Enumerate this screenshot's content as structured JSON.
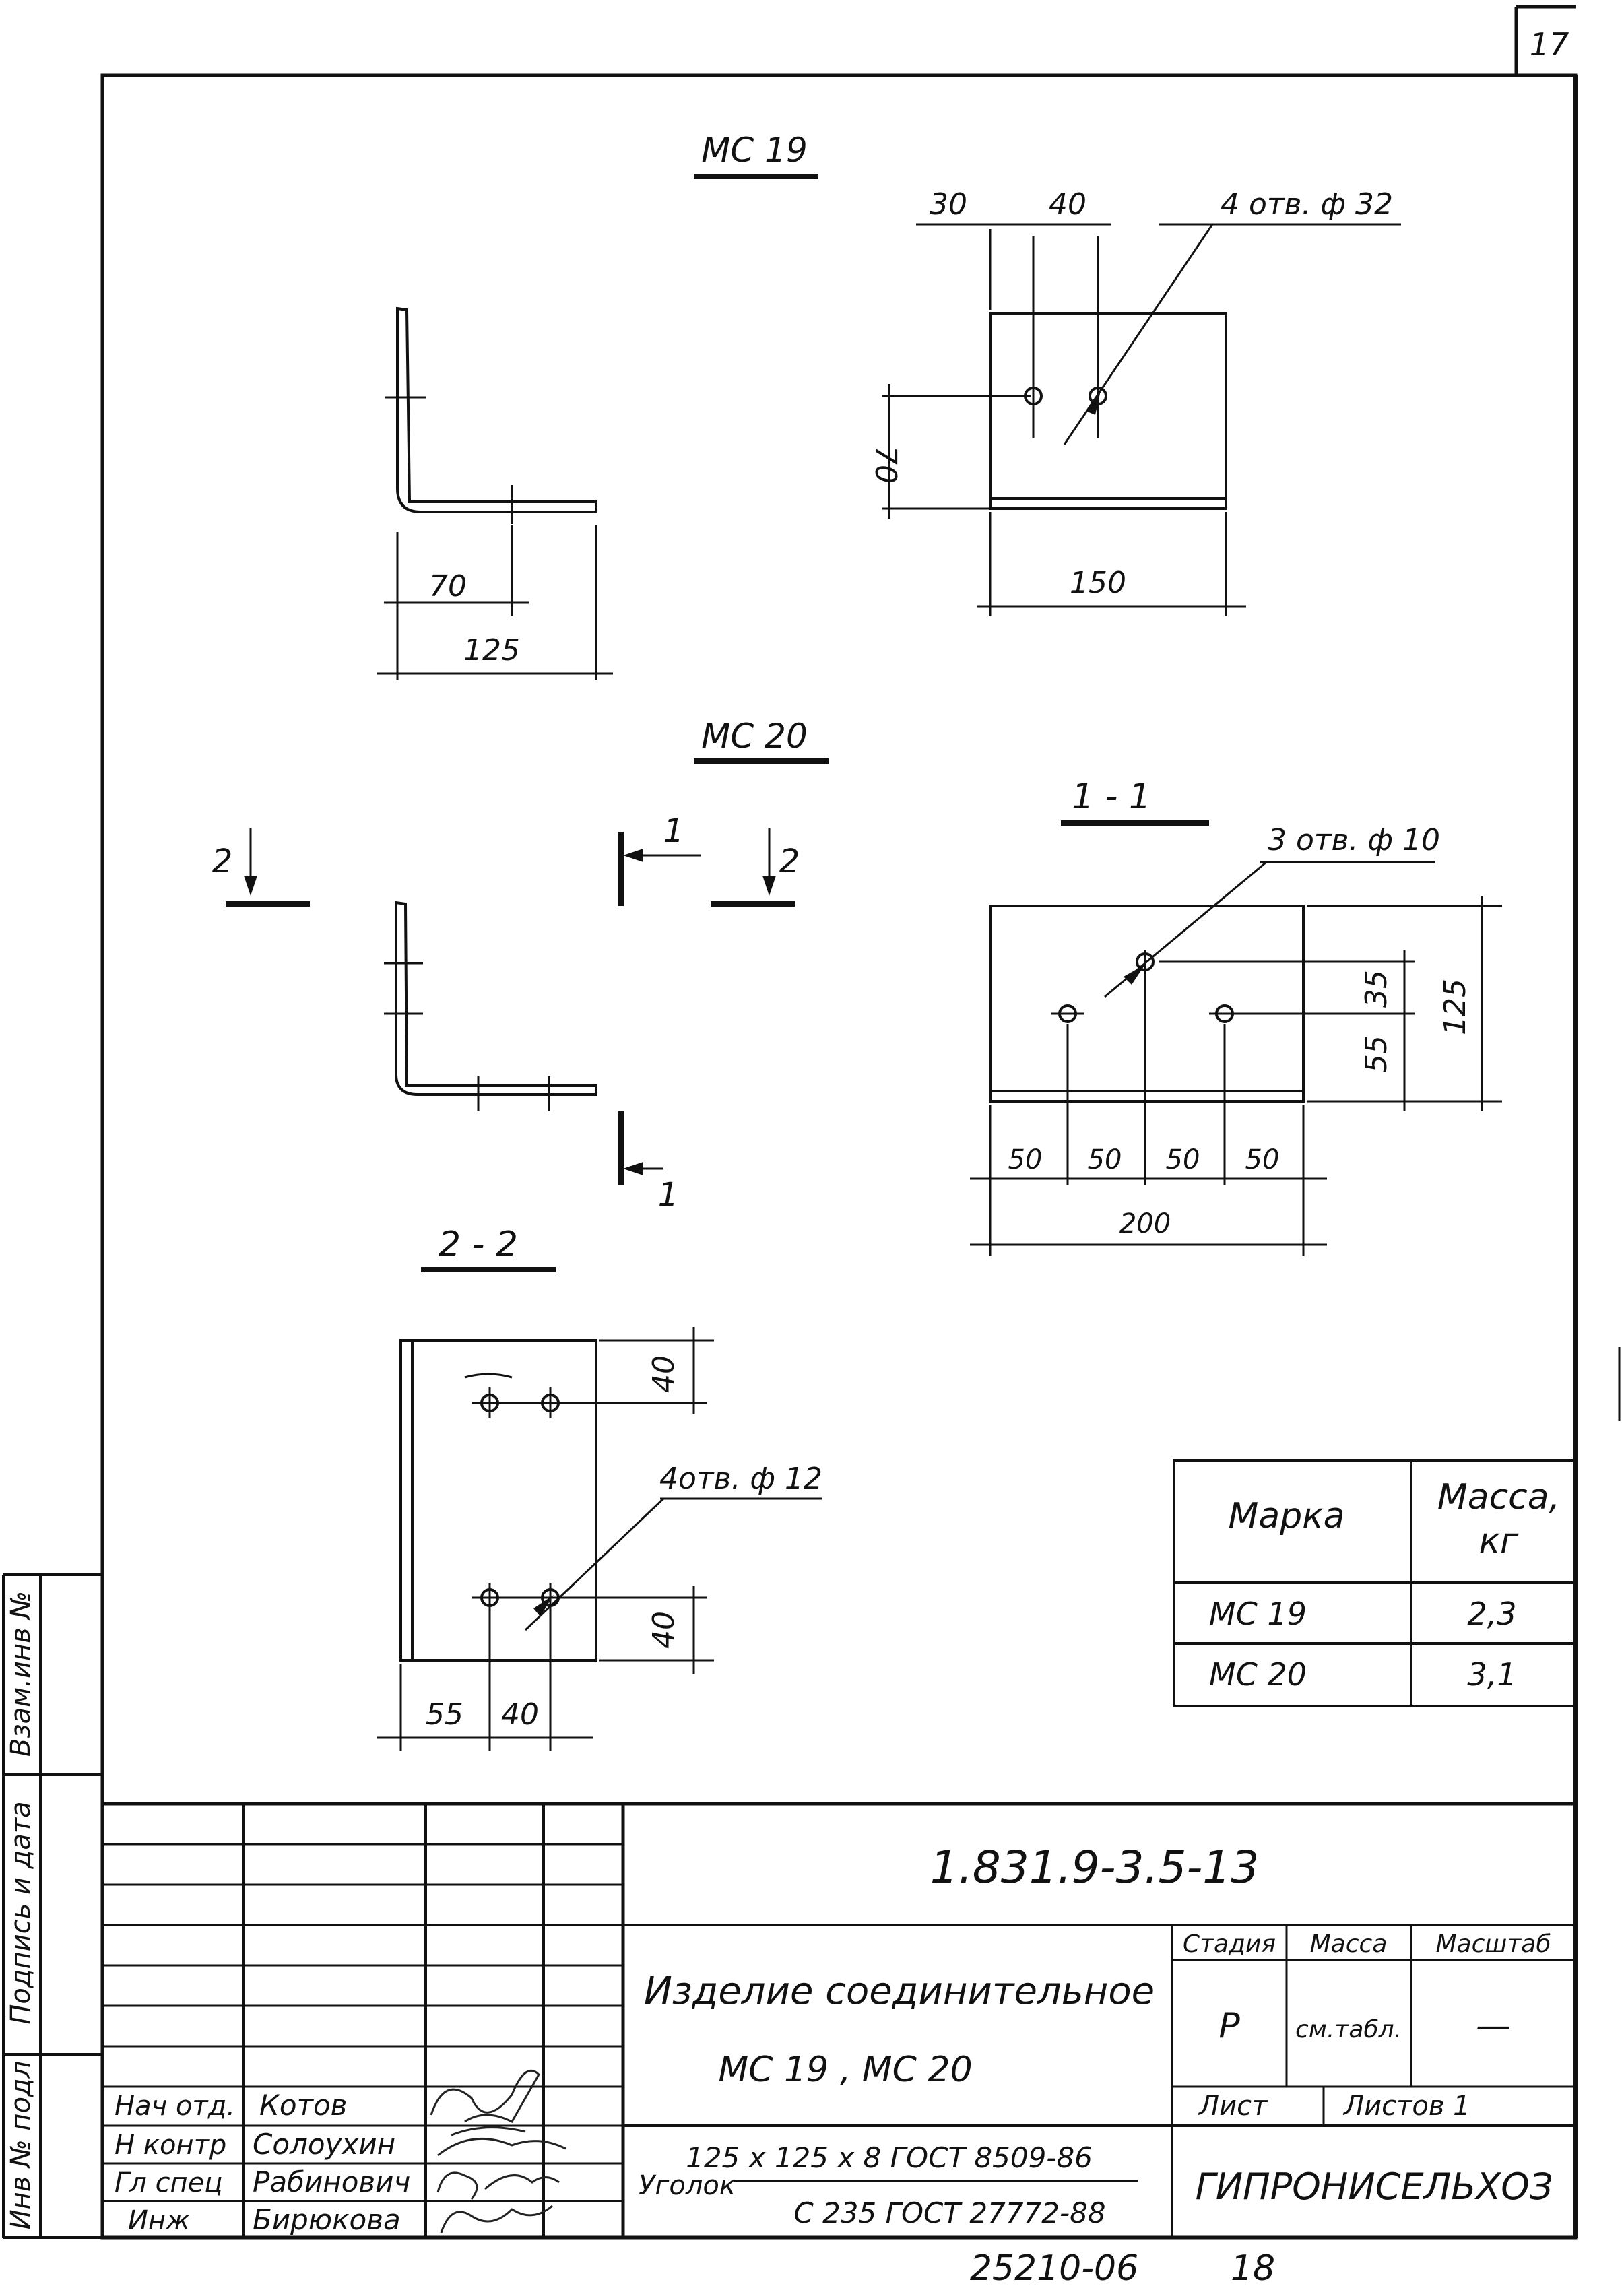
{
  "sheet_number_top": "17",
  "drawings": {
    "mc19": {
      "title": "МС 19",
      "dims": {
        "d70": "70",
        "d125": "125",
        "d30": "30",
        "d40": "40",
        "holes": "4 отв. ф 32",
        "d70v": "70",
        "d150": "150"
      }
    },
    "mc20": {
      "title": "МС 20",
      "section_marks": {
        "s2_left": "2",
        "s2_right": "2",
        "s1_top": "1",
        "s1_bottom": "1"
      }
    },
    "section_1_1": {
      "title": "1 - 1",
      "dims": {
        "holes": "3 отв. ф 10",
        "d35": "35",
        "d55": "55",
        "d125": "125",
        "d50a": "50",
        "d50b": "50",
        "d50c": "50",
        "d50d": "50",
        "d200": "200"
      }
    },
    "section_2_2": {
      "title": "2 - 2",
      "dims": {
        "d40top": "40",
        "holes": "4отв. ф 12",
        "d40bottom": "40",
        "d55": "55",
        "d40h": "40"
      }
    }
  },
  "mass_table": {
    "header_mark": "Марка",
    "header_mass_1": "Масса,",
    "header_mass_2": "кг",
    "rows": [
      {
        "mark": "МС 19",
        "mass": "2,3"
      },
      {
        "mark": "МС 20",
        "mass": "3,1"
      }
    ]
  },
  "side_stamp": {
    "inv": "Инв № подл",
    "sign_date": "Подпись и дата",
    "replace": "Взам.инв №"
  },
  "title_block": {
    "doc_code": "1.831.9-3.5-13",
    "name_1": "Изделие соединительное",
    "name_2": "МС 19 , МС 20",
    "stage_label": "Стадия",
    "mass_label": "Масса",
    "scale_label": "Масштаб",
    "stage_value": "Р",
    "mass_value": "см.табл.",
    "scale_value": "—",
    "sheet_label": "Лист",
    "sheets_label": "Листов 1",
    "material_prefix": "Уголок",
    "material_1": "125 x 125 x 8 ГОСТ 8509-86",
    "material_2": "С 235 ГОСТ 27772-88",
    "organization": "ГИПРОНИСЕЛЬХОЗ",
    "staff": [
      {
        "role": "Нач отд.",
        "name": "Котов"
      },
      {
        "role": "Н контр",
        "name": "Солоухин"
      },
      {
        "role": "Гл спец",
        "name": "Рабинович"
      },
      {
        "role": "Инж",
        "name": "Бирюкова"
      }
    ]
  },
  "footer": {
    "archive_number": "25210-06",
    "page": "18"
  }
}
